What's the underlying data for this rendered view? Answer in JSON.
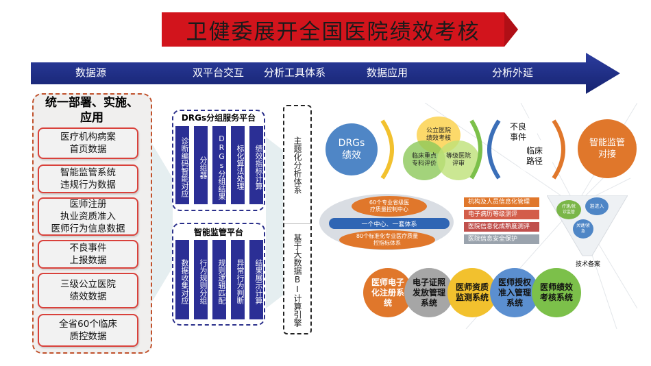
{
  "title": "卫健委展开全国医院绩效考核",
  "arrow_labels": [
    "数据源",
    "双平台交互",
    "分析工具体系",
    "数据应用",
    "分析外延"
  ],
  "left_panel": {
    "heading": "统一部署、实施、\n应用",
    "sources": [
      "医疗机构病案\n首页数据",
      "智能监管系统\n违规行为数据",
      "医师注册\n执业资质准入\n医师行为信息数据",
      "不良事件\n上报数据",
      "三级公立医院\n绩效数据",
      "全省60个临床\n质控数据"
    ]
  },
  "drg_platform": {
    "title": "DRGs分组服务平台",
    "columns": [
      "诊断编码智能对应",
      "分组器",
      "DRGs分组结果",
      "标化算法处理",
      "绩效指标计算"
    ]
  },
  "smart_platform": {
    "title": "智能监管平台",
    "columns": [
      "数据收集对应",
      "行为规则分组",
      "规则逻辑匹配",
      "异常行为判断",
      "结果展示计算"
    ]
  },
  "analysis_system": {
    "upper": "主题化分析体系",
    "lower": "基于大数据BI计算引擎"
  },
  "top_row": {
    "drgs": "DRGs\n绩效",
    "venn": [
      "公立医院\n绩效考核",
      "临床重点\n专科评价",
      "等级医院\n评审"
    ],
    "adverse": "不良\n事件",
    "pathway": "临床\n路径",
    "smart": "智能监管\n对接"
  },
  "middle_row": {
    "ellipses": [
      "60个专业省级医\n疗质量控制中心",
      "一个中心、一套体系",
      "80个标准化专业医疗质量\n控指标体系"
    ],
    "bars": [
      "机构及人员信息化管理",
      "电子病历等级测评",
      "医院信息化成熟度测评",
      "医院信息安全保护"
    ],
    "funnel": [
      "疗速/就\n诊监管",
      "准进入",
      "关键/紧\n急"
    ],
    "tech_label": "技术备案"
  },
  "bottom_row": [
    "医师电子\n化注册系\n统",
    "电子证照\n发放管理\n系统",
    "医师资质\n监测系统",
    "医师授权\n准入管理\n系统",
    "医师绩效\n考核系统"
  ],
  "colors": {
    "banner_red": "#d2141c",
    "arrow_navy": "#1b2a86",
    "platform_blue": "#2b2f95",
    "source_border": "#d9413b",
    "drgs_blue": "#4f86c6",
    "smart_orange": "#e0772b"
  }
}
